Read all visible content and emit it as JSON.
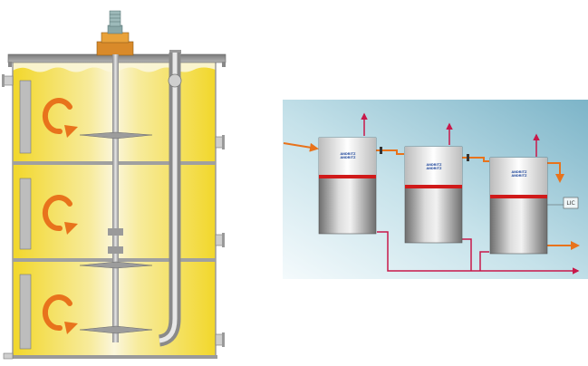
{
  "figure": {
    "left_panel": "multi-stage-agitated-tank-cutaway",
    "right_panel": "three-tank-cascade-flow-diagram"
  },
  "colors": {
    "liquid_yellow": "#f2d72a",
    "tank_steel": "#a8a8a8",
    "flow_arrow_orange": "#e8731c",
    "discharge_line": "#c8184a",
    "tank_band_red": "#d01a1a",
    "panel_background": "#9ac8d8"
  },
  "icons": {
    "circulation": "circular-arrow-icon",
    "drive": "gear-motor-icon"
  },
  "cascade": {
    "tank_count": 3,
    "controller_label": "LIC",
    "brand_line_1": "ANDRITZ",
    "brand_line_2": "ANDRITZ"
  }
}
